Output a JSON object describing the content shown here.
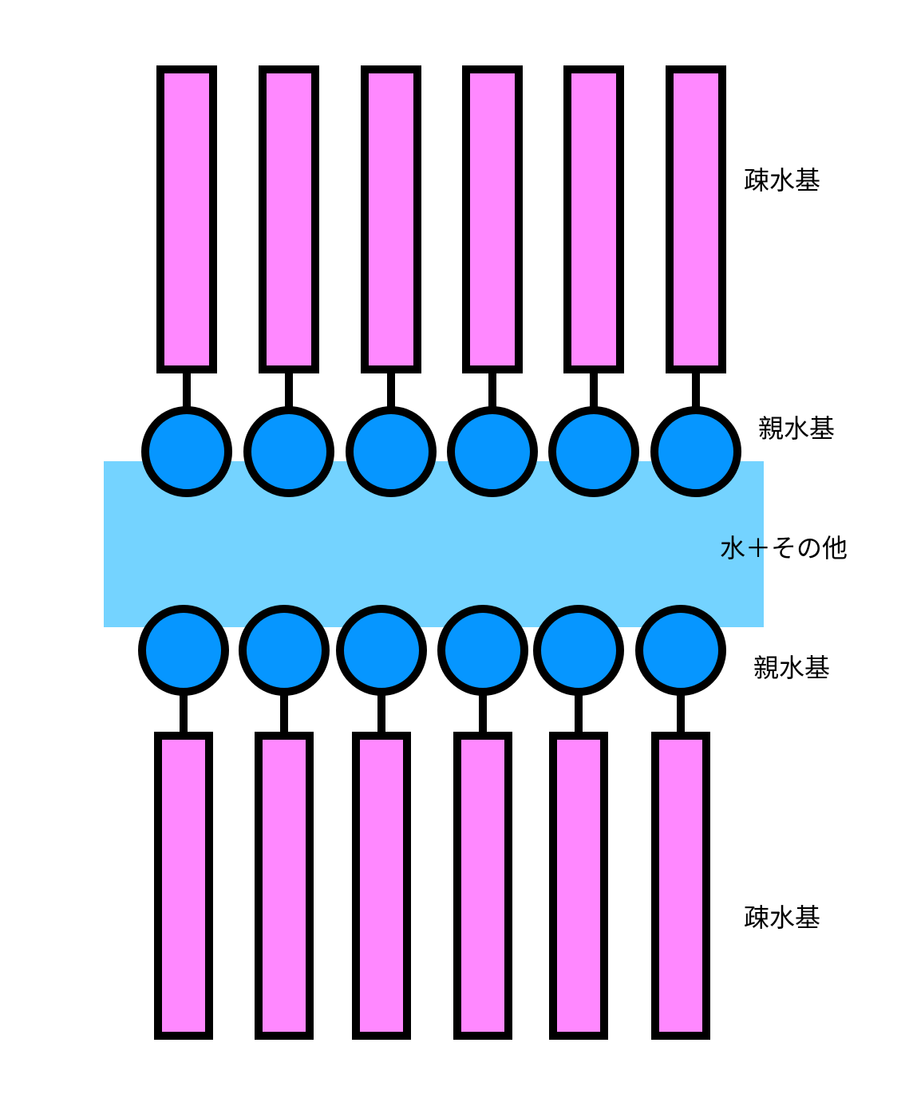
{
  "labels": {
    "hydrophobic_top": "疎水基",
    "hydrophilic_top": "親水基",
    "water_layer": "水＋その他",
    "hydrophilic_bottom": "親水基",
    "hydrophobic_bottom": "疎水基"
  },
  "molecules_per_layer": 6,
  "colors": {
    "tail_fill": "#ff88ff",
    "head_fill": "#0696ff",
    "water_fill": "#74d3ff",
    "outline": "#000000"
  }
}
